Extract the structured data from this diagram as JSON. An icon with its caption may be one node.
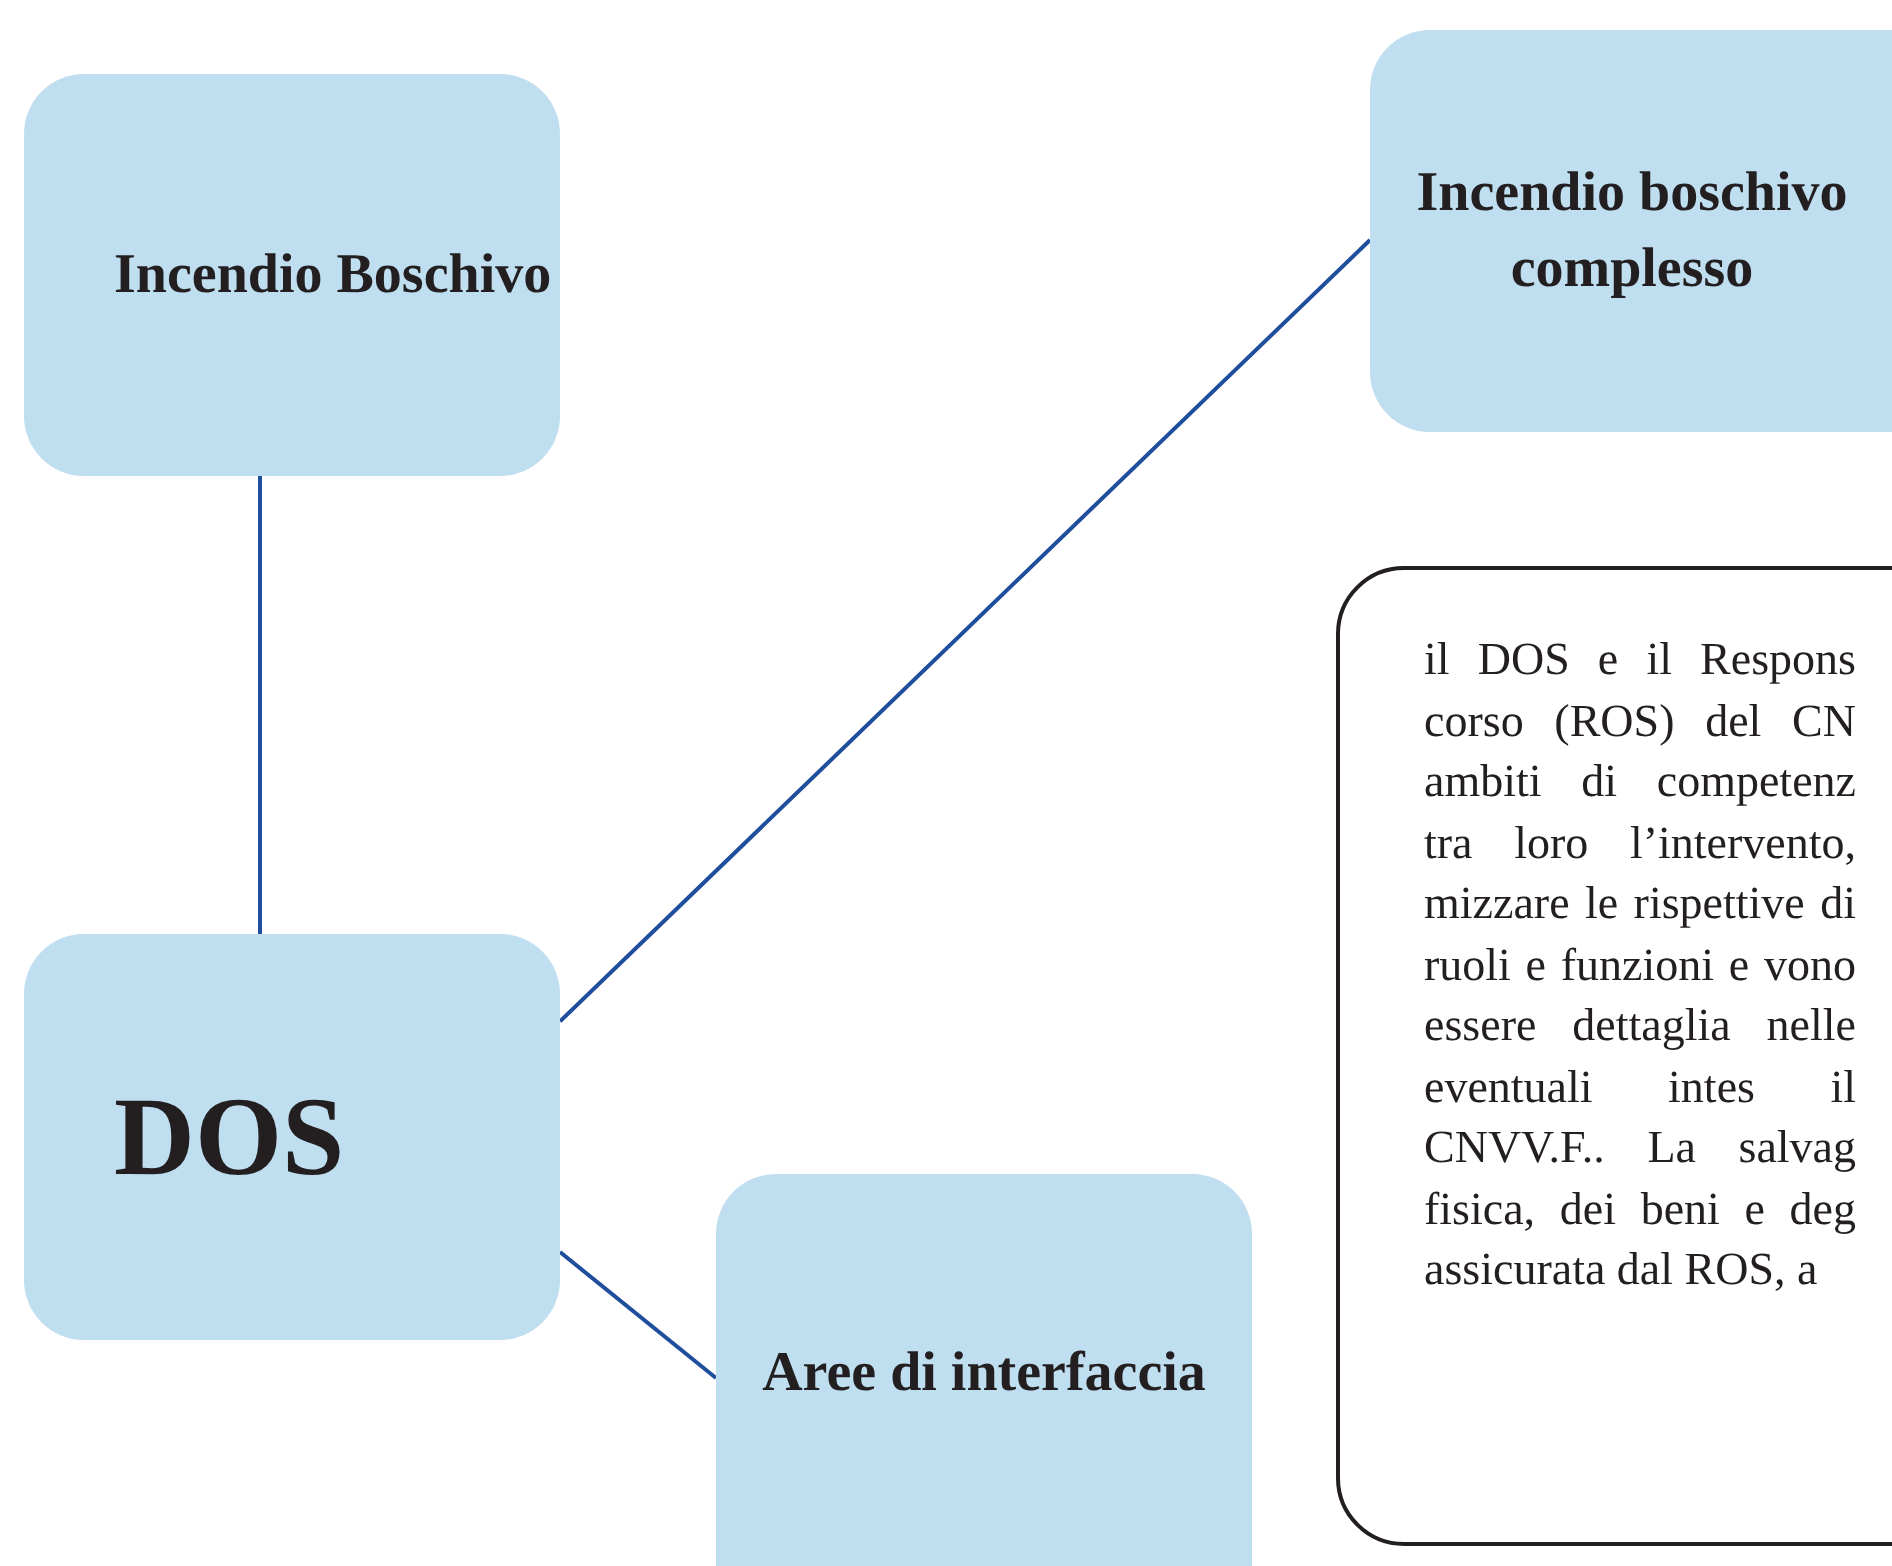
{
  "diagram": {
    "nodes": [
      {
        "text": [
          "Incendio Boschivo"
        ]
      },
      {
        "text": [
          "Incendio boschivo complesso"
        ]
      },
      {
        "text": [
          "il DOS e il Respons corso (ROS) del CN ambiti di competenz tra loro l’intervento, mizzare le rispettive di ruoli e funzioni e vono essere dettaglia nelle eventuali intes il CNVV.F.. La salvag fisica, dei beni e deg assicurata dal ROS, a"
        ]
      },
      {
        "text": [
          "DOS"
        ]
      },
      {
        "text": [
          "Aree di interfaccia"
        ]
      }
    ],
    "edges": [
      {
        "from": 0,
        "to": 3,
        "arrow": "none"
      },
      {
        "from": 3,
        "to": 1,
        "arrow": "none"
      },
      {
        "from": 3,
        "to": 4,
        "arrow": "none"
      }
    ]
  }
}
